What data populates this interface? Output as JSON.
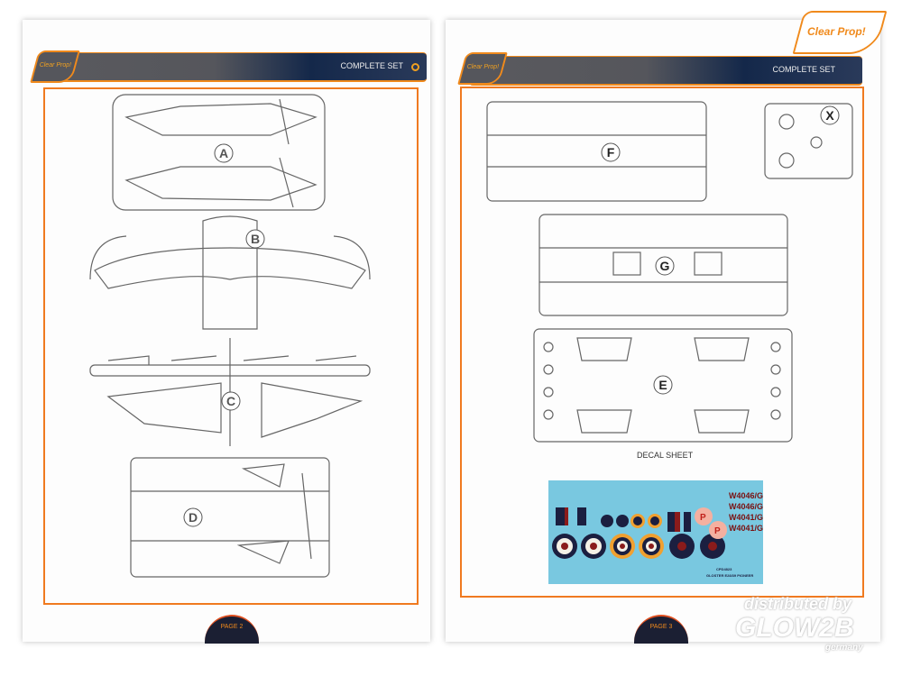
{
  "left_page": {
    "header": "COMPLETE SET",
    "logo": "Clear Prop!",
    "page": "PAGE 2",
    "sprues": [
      "A",
      "B",
      "C",
      "D"
    ]
  },
  "right_page": {
    "header": "COMPLETE SET",
    "logo": "Clear Prop!",
    "page": "PAGE 3",
    "sprues": [
      "F",
      "X",
      "G",
      "E"
    ],
    "decal_label": "DECAL SHEET",
    "decal": {
      "serials": [
        "W4046/G",
        "W4046/G",
        "W4041/G",
        "W4041/G"
      ],
      "marking": "P",
      "title": "GLOSTER E28/39 PIONEER",
      "code": "CPD4823"
    }
  },
  "brand_logo": "Clear Prop!",
  "watermark": {
    "line1": "distributed by",
    "line2": "GLOW2B",
    "line3": "germany"
  }
}
